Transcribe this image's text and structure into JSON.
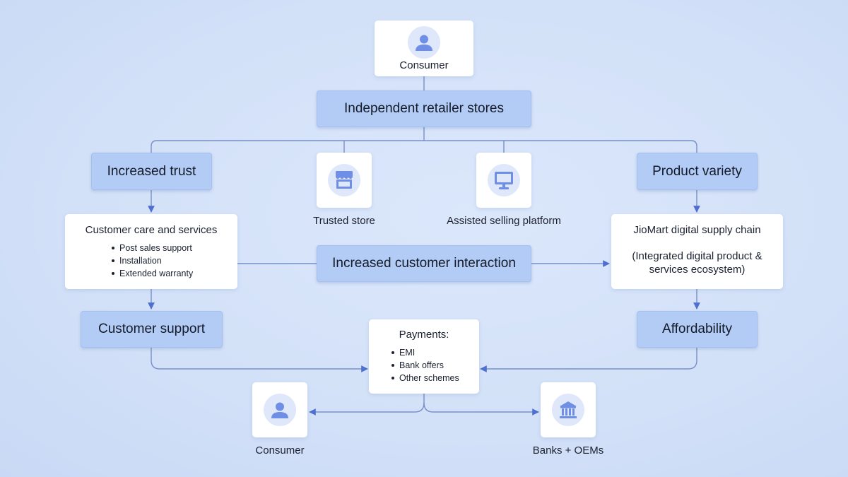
{
  "nodes": {
    "consumer_top": "Consumer",
    "independent_retailer": "Independent retailer stores",
    "increased_trust": "Increased trust",
    "trusted_store": "Trusted store",
    "assisted_selling": "Assisted selling platform",
    "product_variety": "Product variety",
    "customer_care": {
      "title": "Customer care and services",
      "items": [
        "Post sales support",
        "Installation",
        "Extended warranty"
      ]
    },
    "increased_interaction": "Increased customer interaction",
    "jiomart": {
      "title": "JioMart digital supply chain",
      "subtitle": "(Integrated digital product & services ecosystem)"
    },
    "customer_support": "Customer support",
    "affordability": "Affordability",
    "payments": {
      "title": "Payments:",
      "items": [
        "EMI",
        "Bank offers",
        "Other schemes"
      ]
    },
    "consumer_bottom": "Consumer",
    "banks_oems": "Banks + OEMs"
  },
  "icons": {
    "consumer": "user-icon",
    "store": "storefront-icon",
    "platform": "monitor-icon",
    "bank": "bank-icon"
  },
  "colors": {
    "pill_fill": "#b3ccf6",
    "connector": "#6f8bc8",
    "arrow": "#4f6fd0",
    "icon": "#6f8fe6"
  }
}
